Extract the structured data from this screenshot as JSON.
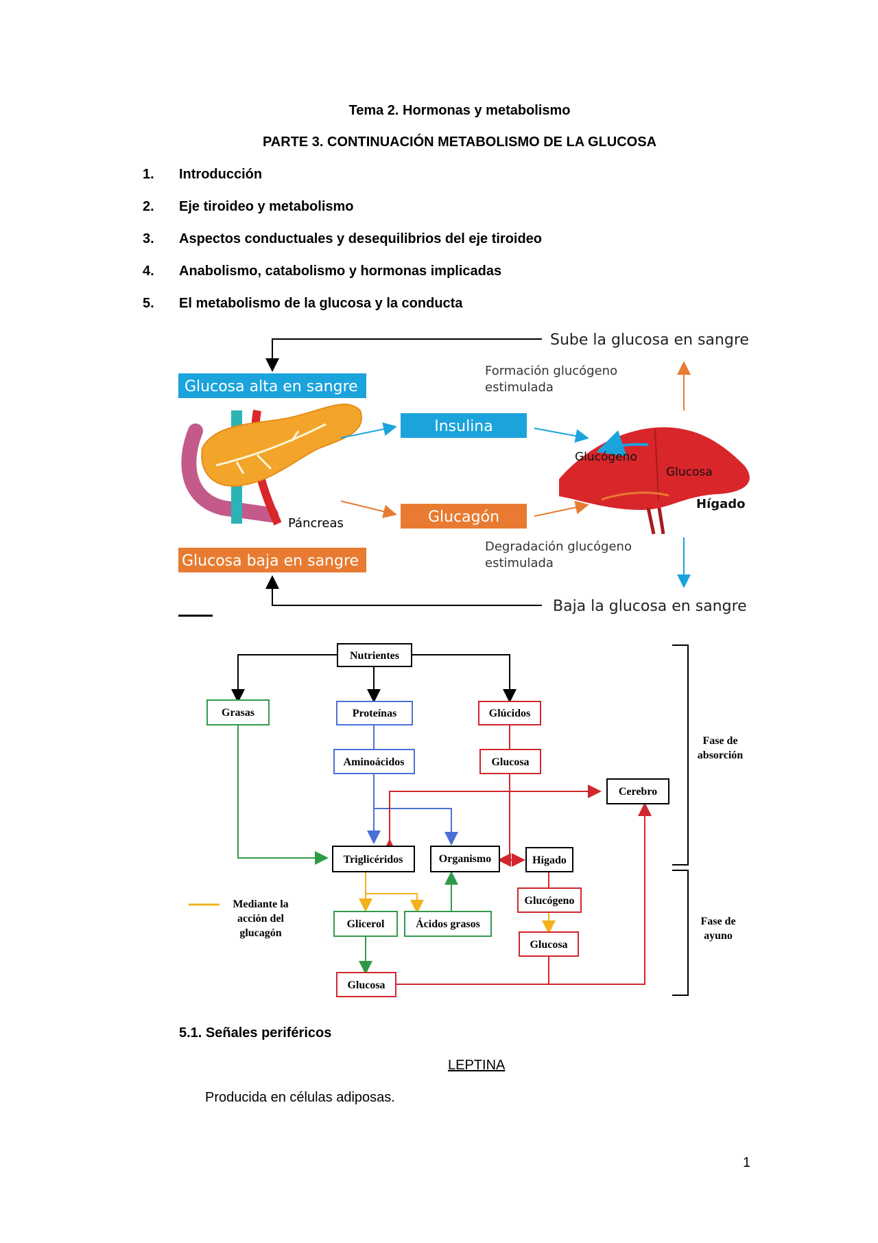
{
  "header": {
    "title": "Tema 2. Hormonas y metabolismo",
    "subtitle": "PARTE 3. CONTINUACIÓN METABOLISMO DE LA GLUCOSA"
  },
  "toc": [
    {
      "n": "1.",
      "label": "Introducción"
    },
    {
      "n": "2.",
      "label": "Eje tiroideo y metabolismo"
    },
    {
      "n": "3.",
      "label": "Aspectos conductuales y desequilibrios del eje tiroideo"
    },
    {
      "n": "4.",
      "label": "Anabolismo, catabolismo y hormonas implicadas"
    },
    {
      "n": "5.",
      "label": "El metabolismo de la glucosa y la conducta"
    }
  ],
  "figure1": {
    "sube": "Sube la glucosa en sangre",
    "alta": "Glucosa alta en sangre",
    "formacion": [
      "Formación glucógeno",
      "estimulada"
    ],
    "insulina": "Insulina",
    "glucogeno": "Glucógeno",
    "glucosa": "Glucosa",
    "higado": "Hígado",
    "pancreas": "Páncreas",
    "glucagon": "Glucagón",
    "baja_box": "Glucosa baja en sangre",
    "degradacion": [
      "Degradación glucógeno",
      "estimulada"
    ],
    "baja": "Baja la glucosa en sangre",
    "colors": {
      "blue": "#1ba3dc",
      "orange": "#e87b31",
      "liver": "#d8262a"
    }
  },
  "figure2": {
    "nutrientes": "Nutrientes",
    "grasas": "Grasas",
    "proteinas": "Proteínas",
    "glucidos": "Glúcidos",
    "aminoacidos": "Aminoácidos",
    "glucosa1": "Glucosa",
    "cerebro": "Cerebro",
    "trigliceridos": "Triglicéridos",
    "organismo": "Organismo",
    "higado": "Hígado",
    "glucogeno": "Glucógeno",
    "glucosa2": "Glucosa",
    "glicerol": "Glicerol",
    "acidos": "Ácidos grasos",
    "glucosa3": "Glucosa",
    "legend": [
      "Mediante la",
      "acción del",
      "glucagón"
    ],
    "fase_abs": [
      "Fase de",
      "absorción"
    ],
    "fase_ayuno": [
      "Fase de",
      "ayuno"
    ],
    "colors": {
      "green": "#2e9a48",
      "blue": "#4a6fd6",
      "red": "#d0262c",
      "yellow": "#f2b21c"
    }
  },
  "section": {
    "heading": "5.1. Señales periféricos",
    "subheading": "LEPTINA",
    "body": "Producida en células adiposas."
  },
  "page_number": "1"
}
